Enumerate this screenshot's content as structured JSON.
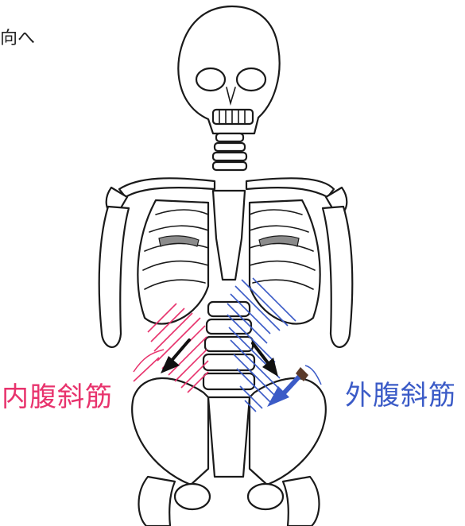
{
  "caption_fragment": "向へ",
  "labels": {
    "internal_oblique": "内腹斜筋",
    "external_oblique": "外腹斜筋"
  },
  "colors": {
    "internal_oblique": "#e8336d",
    "external_oblique": "#3b5bc7",
    "arrow": "#111111",
    "outline": "#1a1a1a"
  }
}
